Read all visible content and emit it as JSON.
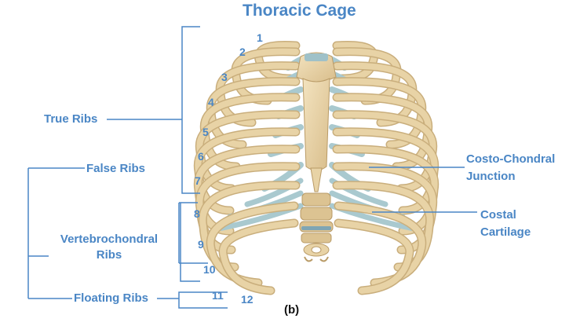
{
  "title": "Thoracic Cage",
  "labels": {
    "true_ribs": "True Ribs",
    "false_ribs": "False Ribs",
    "vertebrochondral_line1": "Vertebrochondral",
    "vertebrochondral_line2": "Ribs",
    "floating_ribs": "Floating Ribs",
    "costo_chondral_line1": "Costo-Chondral",
    "costo_chondral_line2": "Junction",
    "costal_cartilage_line1": "Costal",
    "costal_cartilage_line2": "Cartilage"
  },
  "rib_numbers": [
    "1",
    "2",
    "3",
    "4",
    "5",
    "6",
    "7",
    "8",
    "9",
    "10",
    "11",
    "12"
  ],
  "figure_label": "(b)",
  "colors": {
    "label_blue": "#4a86c5",
    "bone": "#e8d3a6",
    "bone_shadow": "#c9ae7c",
    "cartilage": "#a9c9cf"
  }
}
